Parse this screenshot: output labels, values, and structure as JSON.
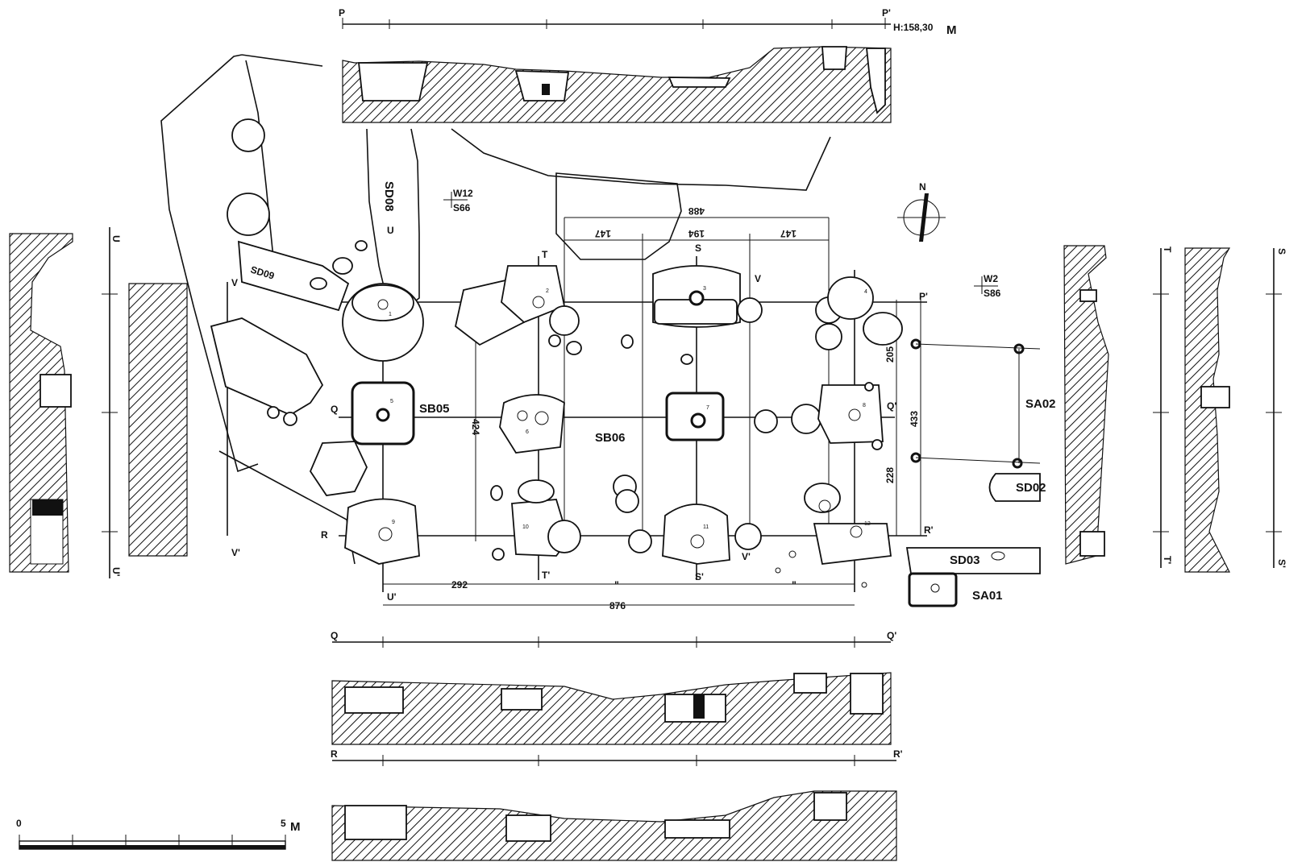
{
  "elevation": "H:158,30",
  "elevation_unit": "M",
  "sections": {
    "p": "P",
    "p_prime": "P'",
    "q": "Q",
    "q_prime": "Q'",
    "r": "R",
    "r_prime": "R'",
    "s": "S",
    "s_prime": "S'",
    "t": "T",
    "t_prime": "T'",
    "u": "U",
    "u_prime": "U'",
    "v": "V",
    "v_prime": "V'"
  },
  "grid_points": [
    {
      "w": "W12",
      "s": "S66"
    },
    {
      "w": "W2",
      "s": "S86"
    }
  ],
  "north": "N",
  "features": {
    "sb05": "SB05",
    "sb06": "SB06",
    "sd08": "SD08",
    "sd09": "SD09",
    "sd02": "SD02",
    "sd03": "SD03",
    "sa01": "SA01",
    "sa02": "SA02"
  },
  "post_numbers": [
    "1",
    "2",
    "3",
    "4",
    "5",
    "6",
    "7",
    "8",
    "9",
    "10",
    "11",
    "12"
  ],
  "dimensions": {
    "top_total": "488",
    "top_left": "147",
    "top_mid": "194",
    "top_right": "147",
    "bottom_left": "292",
    "ditto_1": "\"",
    "ditto_2": "\"",
    "bottom_total": "876",
    "side_height": "424",
    "right_upper": "205",
    "right_lower": "228",
    "right_total": "433"
  },
  "scale": {
    "start": "0",
    "end": "5",
    "unit": "M"
  }
}
